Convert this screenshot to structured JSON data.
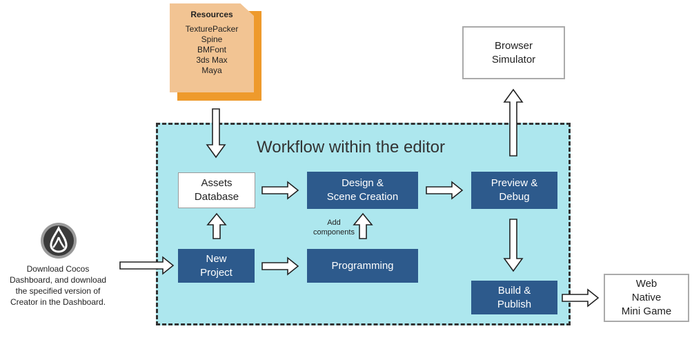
{
  "workflow_title": "Workflow within the editor",
  "resources": {
    "title": "Resources",
    "items": [
      "TexturePacker",
      "Spine",
      "BMFont",
      "3ds Max",
      "Maya"
    ]
  },
  "nodes": {
    "assets_database": "Assets\nDatabase",
    "design_scene": "Design &\nScene Creation",
    "preview_debug": "Preview &\nDebug",
    "new_project": "New\nProject",
    "programming": "Programming",
    "build_publish": "Build &\nPublish",
    "browser_simulator": "Browser\nSimulator",
    "targets": "Web\nNative\nMini Game"
  },
  "labels": {
    "add_components": "Add\ncomponents",
    "dashboard": "Download Cocos\nDashboard, and download\nthe specified version of\nCreator in the Dashboard."
  },
  "colors": {
    "editor_region": "#ade7ee",
    "dark_box": "#2d5a8c",
    "resources_front": "#f2c493",
    "resources_back": "#ee9a2c"
  },
  "icons": {
    "logo": "cocos-logo-icon"
  }
}
